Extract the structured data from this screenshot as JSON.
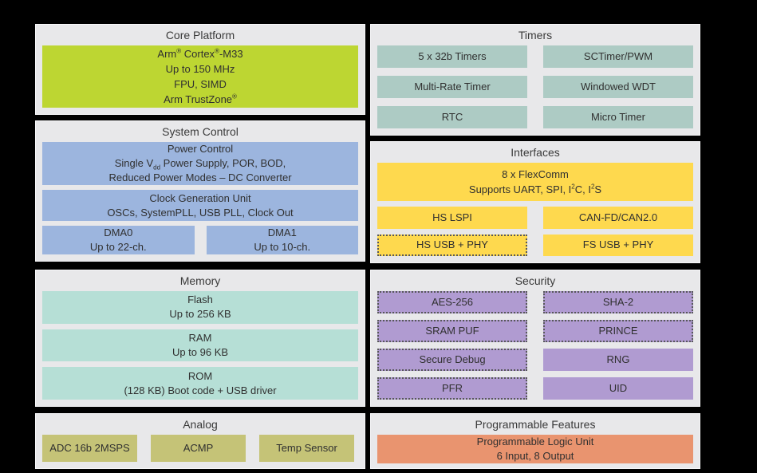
{
  "colors": {
    "background": "#000000",
    "panel_bg": "#e8e8ea",
    "core_green": "#bdd632",
    "system_blue": "#9cb5de",
    "memory_mint": "#b6dfd6",
    "timers_sage": "#adcbc4",
    "interfaces_yellow": "#fed94e",
    "security_purple": "#b09bd1",
    "analog_olive": "#c5c377",
    "programmable_orange": "#e9946f",
    "title_text": "#3a3a3a",
    "block_text": "#303030"
  },
  "core_platform": {
    "title": "Core Platform",
    "cpu": {
      "line1": {
        "a": "Arm",
        "sup1": "®",
        "b": " Cortex",
        "sup2": "®",
        "c": "-M33"
      },
      "line2": "Up to 150 MHz",
      "line3": "FPU, SIMD",
      "line4": {
        "a": "Arm TrustZone",
        "sup": "®"
      }
    }
  },
  "system_control": {
    "title": "System Control",
    "power": {
      "line1": "Power Control",
      "line2": {
        "a": "Single V",
        "sub": "dd",
        "b": " Power Supply, POR, BOD,"
      },
      "line3": "Reduced Power Modes – DC Converter"
    },
    "clock": {
      "line1": "Clock Generation Unit",
      "line2": "OSCs, SystemPLL, USB PLL, Clock Out"
    },
    "dma0": {
      "line1": "DMA0",
      "line2": "Up to 22-ch."
    },
    "dma1": {
      "line1": "DMA1",
      "line2": "Up to 10-ch."
    }
  },
  "memory": {
    "title": "Memory",
    "flash": {
      "line1": "Flash",
      "line2": "Up to 256 KB"
    },
    "ram": {
      "line1": "RAM",
      "line2": "Up to 96 KB"
    },
    "rom": {
      "line1": "ROM",
      "line2": "(128 KB) Boot code + USB driver"
    }
  },
  "analog": {
    "title": "Analog",
    "blocks": [
      "ADC 16b 2MSPS",
      "ACMP",
      "Temp Sensor"
    ]
  },
  "timers": {
    "title": "Timers",
    "blocks": [
      "5 x 32b Timers",
      "SCTimer/PWM",
      "Multi-Rate Timer",
      "Windowed WDT",
      "RTC",
      "Micro Timer"
    ]
  },
  "interfaces": {
    "title": "Interfaces",
    "flexcomm": {
      "line1": "8 x FlexComm",
      "line2": {
        "a": "Supports UART, SPI, I",
        "sup1": "2",
        "b": "C, I",
        "sup2": "2",
        "c": "S"
      }
    },
    "blocks": [
      "HS LSPI",
      "CAN-FD/CAN2.0",
      "HS USB + PHY",
      "FS USB + PHY"
    ]
  },
  "security": {
    "title": "Security",
    "blocks": [
      "AES-256",
      "SHA-2",
      "SRAM PUF",
      "PRINCE",
      "Secure Debug",
      "RNG",
      "PFR",
      "UID"
    ]
  },
  "programmable": {
    "title": "Programmable Features",
    "plu": {
      "line1": "Programmable Logic Unit",
      "line2": "6 Input, 8 Output"
    }
  }
}
